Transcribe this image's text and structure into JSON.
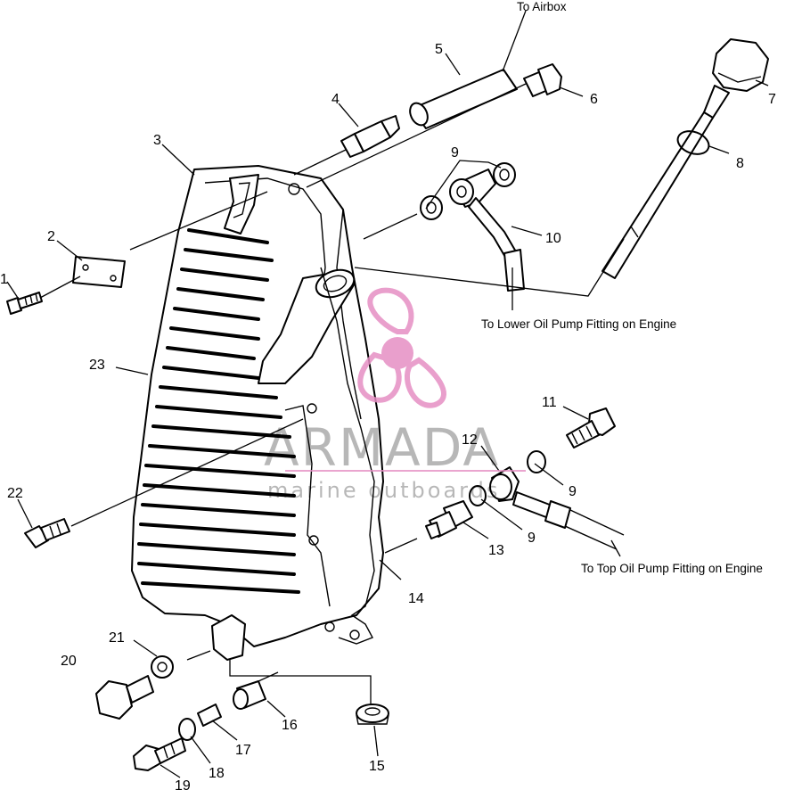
{
  "callouts": {
    "c1": "1",
    "c2": "2",
    "c3": "3",
    "c4": "4",
    "c5": "5",
    "c6": "6",
    "c7": "7",
    "c8": "8",
    "c9a": "9",
    "c9b": "9",
    "c9c": "9",
    "c10": "10",
    "c11": "11",
    "c12": "12",
    "c13": "13",
    "c14": "14",
    "c15": "15",
    "c16": "16",
    "c17": "17",
    "c18": "18",
    "c19": "19",
    "c20": "20",
    "c21": "21",
    "c22": "22",
    "c23": "23"
  },
  "notes": {
    "airbox": "To Airbox",
    "lower_pump": "To Lower Oil Pump Fitting on Engine",
    "top_pump": "To Top Oil Pump Fitting on Engine"
  },
  "watermark": {
    "brand": "ARMADA",
    "tagline": "marine outboards",
    "accent_color": "#e68fc4"
  }
}
